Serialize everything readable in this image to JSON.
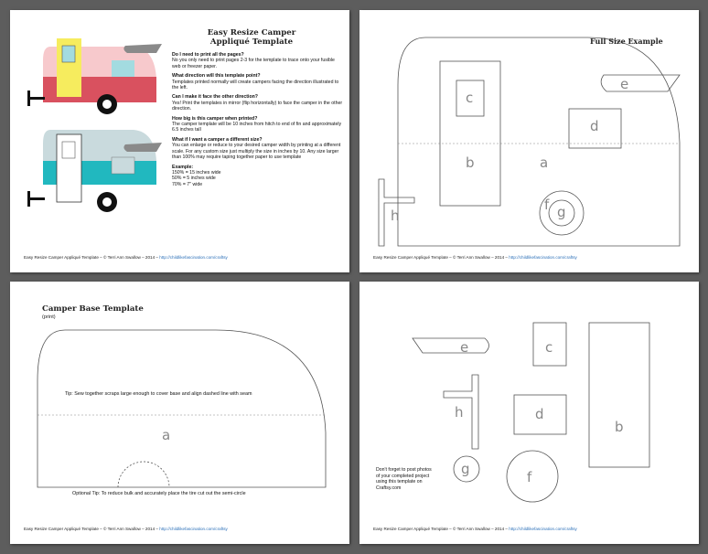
{
  "page1": {
    "title_line1": "Easy Resize Camper",
    "title_line2": "Appliqué Template",
    "faq": [
      {
        "q": "Do I need to print all the pages?",
        "a": "No you only need to print pages 2-3 for the template to trace onto your fusible web or freezer paper."
      },
      {
        "q": "What direction will this template point?",
        "a": "Templates printed normally will create campers facing the direction illustrated to the left."
      },
      {
        "q": "Can I make it face the other direction?",
        "a": "Yes! Print the templates in mirror (flip horizontally) to face the camper in the other direction."
      },
      {
        "q": "How big is this camper when printed?",
        "a": "The camper template will be 10 inches from hitch to end of fin and approximately 6.5 inches tall"
      },
      {
        "q": "What if I want a camper a different size?",
        "a": "You can enlarge or reduce to your desired camper width by printing at a different scale. For any custom size just multiply the size in inches by 10. Any size larger than 100% may require taping together paper to use template"
      }
    ],
    "example_title": "Example:",
    "examples": [
      "150% = 15 inches wide",
      "50% = 5 inches wide",
      "70% = 7\" wide"
    ],
    "colors": {
      "pink_top": "#f7c9cc",
      "red_bottom": "#d9515f",
      "yellow_door": "#f6ec5e",
      "window_blue": "#a3dbe0",
      "teal_bottom": "#21b8bf",
      "grey_top": "#c9dadd",
      "fin_grey": "#8a8a8a"
    }
  },
  "page2": {
    "title": "Full Size Example",
    "labels": [
      "a",
      "b",
      "c",
      "d",
      "e",
      "f",
      "g",
      "h"
    ]
  },
  "page3": {
    "title": "Camper Base Template",
    "subtitle": "(print)",
    "tip": "Tip: Sew together scraps large enough to cover base and align dashed line with seam",
    "optional_tip": "Optional Tip: To reduce bulk and accurately place the tire cut out the semi-circle",
    "labels": [
      "a"
    ]
  },
  "page4": {
    "note_line1": "Don't forget to post photos",
    "note_line2": "of your completed project",
    "note_line3": "using this template on",
    "note_line4": "Craftsy.com",
    "labels": [
      "e",
      "c",
      "b",
      "h",
      "d",
      "g",
      "f"
    ]
  },
  "footer": {
    "text": "Easy Resize Camper Appliqué Template – © Terri Ann Swallow – 2014 – ",
    "link": "http://childlikefascination.com/craftsy"
  }
}
